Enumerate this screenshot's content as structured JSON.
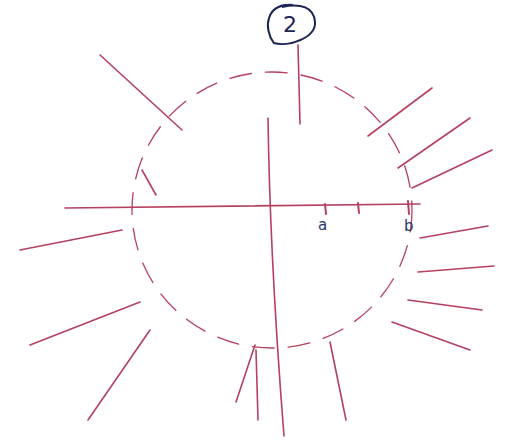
{
  "diagram": {
    "nodes": [
      {
        "text": [
          "2"
        ]
      }
    ],
    "labels": [
      "a",
      "b"
    ]
  }
}
